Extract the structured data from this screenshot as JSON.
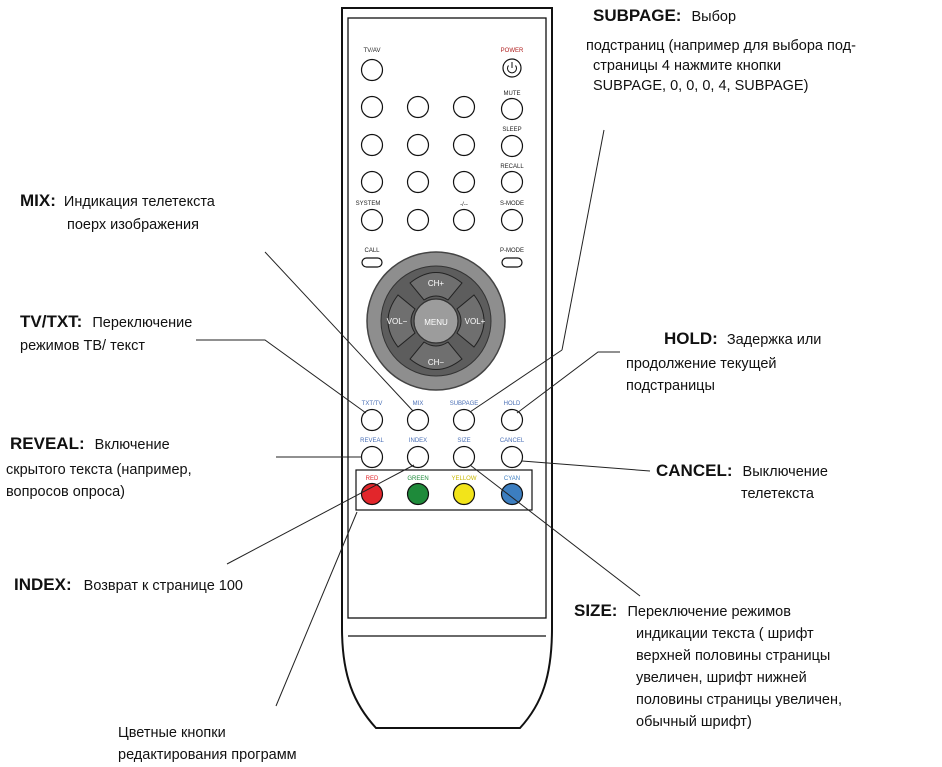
{
  "remote": {
    "top_labels": {
      "tv_av": "TV/AV",
      "power": "POWER",
      "mute": "MUTE",
      "sleep": "SLEEP",
      "recall": "RECALL",
      "system": "SYSTEM",
      "dash": "-/--",
      "s_mode": "S-MODE",
      "call": "CALL",
      "p_mode": "P-MODE"
    },
    "nav": {
      "ch_plus": "CH+",
      "ch_minus": "CH−",
      "vol_minus": "VOL−",
      "vol_plus": "VOL+",
      "menu": "MENU"
    },
    "teletext_labels": {
      "txt_tv": "TXT/TV",
      "mix": "MIX",
      "subpage": "SUBPAGE",
      "hold": "HOLD",
      "reveal": "REVEAL",
      "index": "INDEX",
      "size": "SIZE",
      "cancel": "CANCEL"
    },
    "color_buttons": [
      {
        "label": "RED",
        "color": "#e2262b"
      },
      {
        "label": "GREEN",
        "color": "#1e8a3a"
      },
      {
        "label": "YELLOW",
        "color": "#f2e41a"
      },
      {
        "label": "CYAN",
        "color": "#3c7ec0"
      }
    ]
  },
  "annotations": {
    "subpage": {
      "title": "SUBPAGE:",
      "inline": "Выбор",
      "lines": [
        "подстраниц (например для выбора под-",
        "страницы 4  нажмите кнопки",
        "SUBPAGE, 0, 0, 0, 4, SUBPAGE)"
      ]
    },
    "mix": {
      "title": "MIX:",
      "inline": "Индикация телетекста",
      "lines": [
        "поерх изображения"
      ]
    },
    "tvtxt": {
      "title": "TV/TXT:",
      "inline": "Переключение",
      "lines": [
        "режимов ТВ/ текст"
      ]
    },
    "hold": {
      "title": "HOLD:",
      "inline": "Задержка или",
      "lines": [
        "продолжение текущей",
        "подстраницы"
      ]
    },
    "reveal": {
      "title": "REVEAL:",
      "inline": "Включение",
      "lines": [
        "скрытого текста (например,",
        "вопросов опроса)"
      ]
    },
    "cancel": {
      "title": "CANCEL:",
      "inline": "Выключение",
      "lines": [
        "телетекста"
      ]
    },
    "index": {
      "title": "INDEX:",
      "inline": "Возврат к странице 100"
    },
    "size": {
      "title": "SIZE:",
      "inline": "Переключение режимов",
      "lines": [
        "индикации текста  ( шрифт",
        "верхней половины страницы",
        "увеличен, шрифт нижней",
        "половины страницы увеличен,",
        "обычный шрифт)"
      ]
    },
    "color_keys": {
      "lines": [
        "Цветные кнопки",
        "редактирования программ"
      ]
    }
  }
}
